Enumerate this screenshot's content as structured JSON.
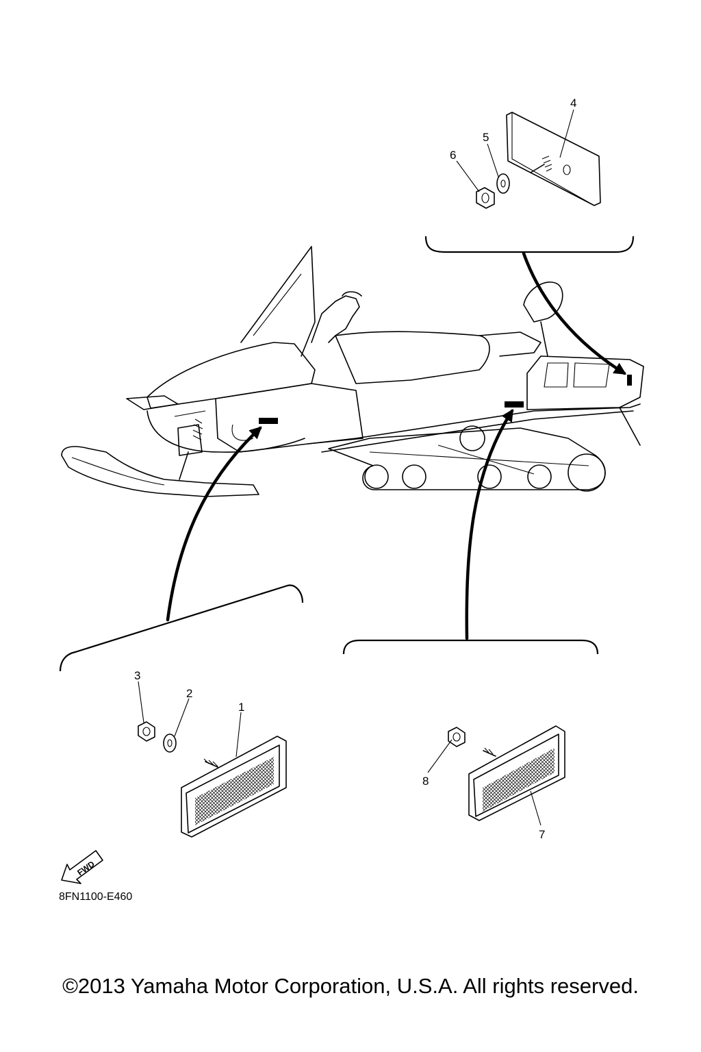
{
  "callouts": {
    "c1": "1",
    "c2": "2",
    "c3": "3",
    "c4": "4",
    "c5": "5",
    "c6": "6",
    "c7": "7",
    "c8": "8"
  },
  "fwd_label": "FWD",
  "diagram_code": "8FN1100-E460",
  "copyright": "©2013 Yamaha Motor Corporation, U.S.A. All rights reserved."
}
